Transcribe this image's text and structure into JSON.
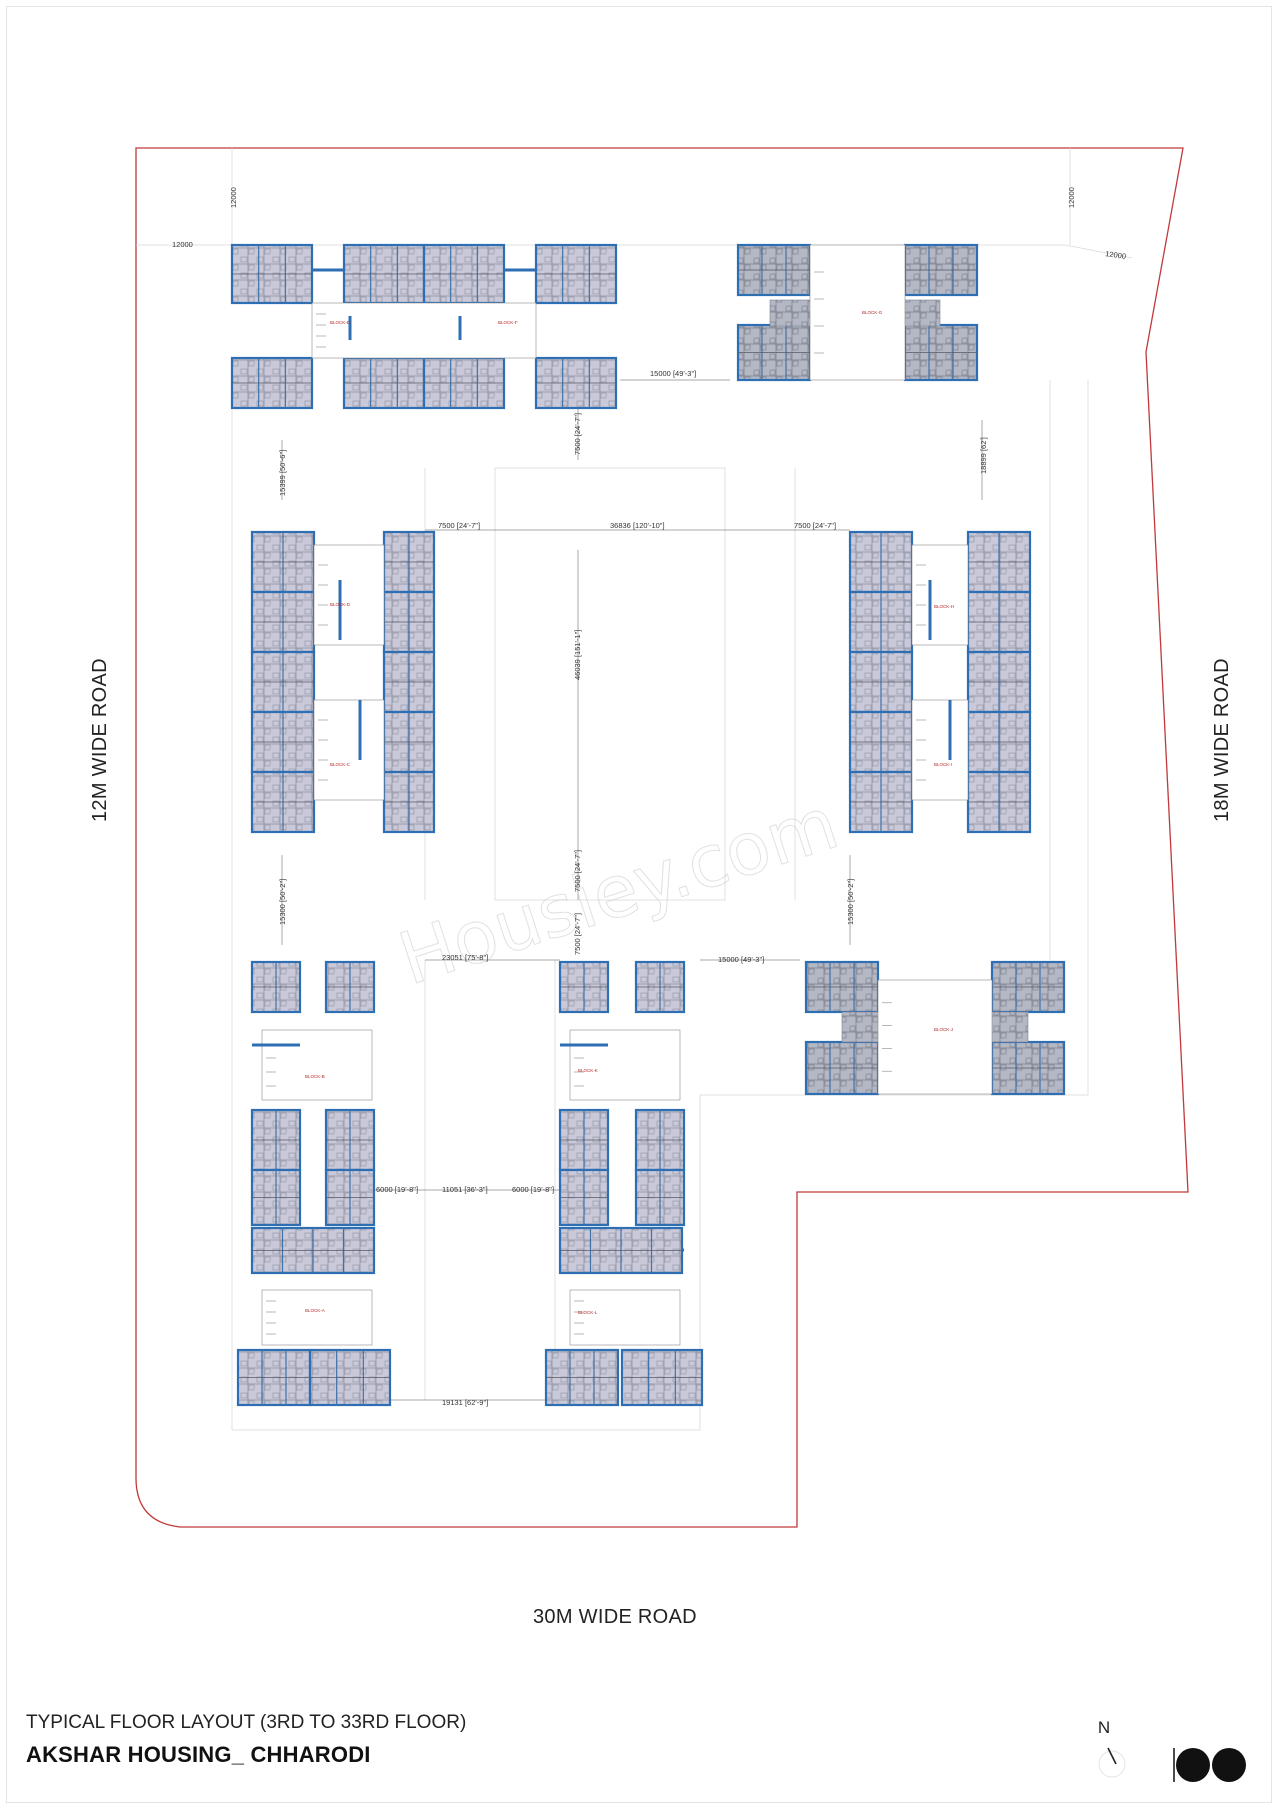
{
  "sheet": {
    "subtitle": "TYPICAL FLOOR LAYOUT (3RD TO 33RD FLOOR)",
    "project": "AKSHAR HOUSING_ CHHARODI",
    "north_label": "N"
  },
  "roads": {
    "west": "12M WIDE ROAD",
    "east": "18M WIDE ROAD",
    "south": "30M WIDE ROAD"
  },
  "watermark": "Housiey.com",
  "setbacks": {
    "top_left_h": "12000",
    "top_left_v": "12000",
    "top_right_h": "12000",
    "top_right_v": "12000"
  },
  "dimensions": {
    "d_15000_top": "15000 [49'-3\"]",
    "d_7500_left": "7500 [24'-7\"]",
    "d_36836": "36836 [120'-10\"]",
    "d_7500_right": "7500 [24'-7\"]",
    "d_7500_v_top": "7500 [24'-7\"]",
    "d_15399": "15399 [50'-6\"]",
    "d_18899": "18899 [62']",
    "d_46039": "46039 [151'-1\"]",
    "d_7500_v_mid": "7500 [24'-7\"]",
    "d_7500_v_low": "7500 [24'-7\"]",
    "d_15300_left": "15300 [50'-2\"]",
    "d_15300_right": "15300 [50'-2\"]",
    "d_23051": "23051 [75'-8\"]",
    "d_15000_mid": "15000 [49'-3\"]",
    "d_6000_left": "6000 [19'-8\"]",
    "d_11051": "11051 [36'-3\"]",
    "d_6000_right": "6000 [19'-8\"]",
    "d_19131": "19131 [62'-9\"]"
  },
  "blocks": {
    "e": "BLOCK-E",
    "f": "BLOCK-F",
    "g": "BLOCK-G",
    "d": "BLOCK-D",
    "c": "BLOCK-C",
    "h": "BLOCK-H",
    "i": "BLOCK-I",
    "b": "BLOCK-B",
    "a": "BLOCK-A",
    "k": "BLOCK-K",
    "l": "BLOCK-L",
    "j": "BLOCK-J"
  },
  "colors": {
    "boundary": "#c0393b",
    "wall": "#2e6fb3",
    "unit_fill": "#c9c9d9",
    "unit_fill_dark": "#b7bac6",
    "balcony": "#d6ead8",
    "dim_text": "#333333"
  }
}
